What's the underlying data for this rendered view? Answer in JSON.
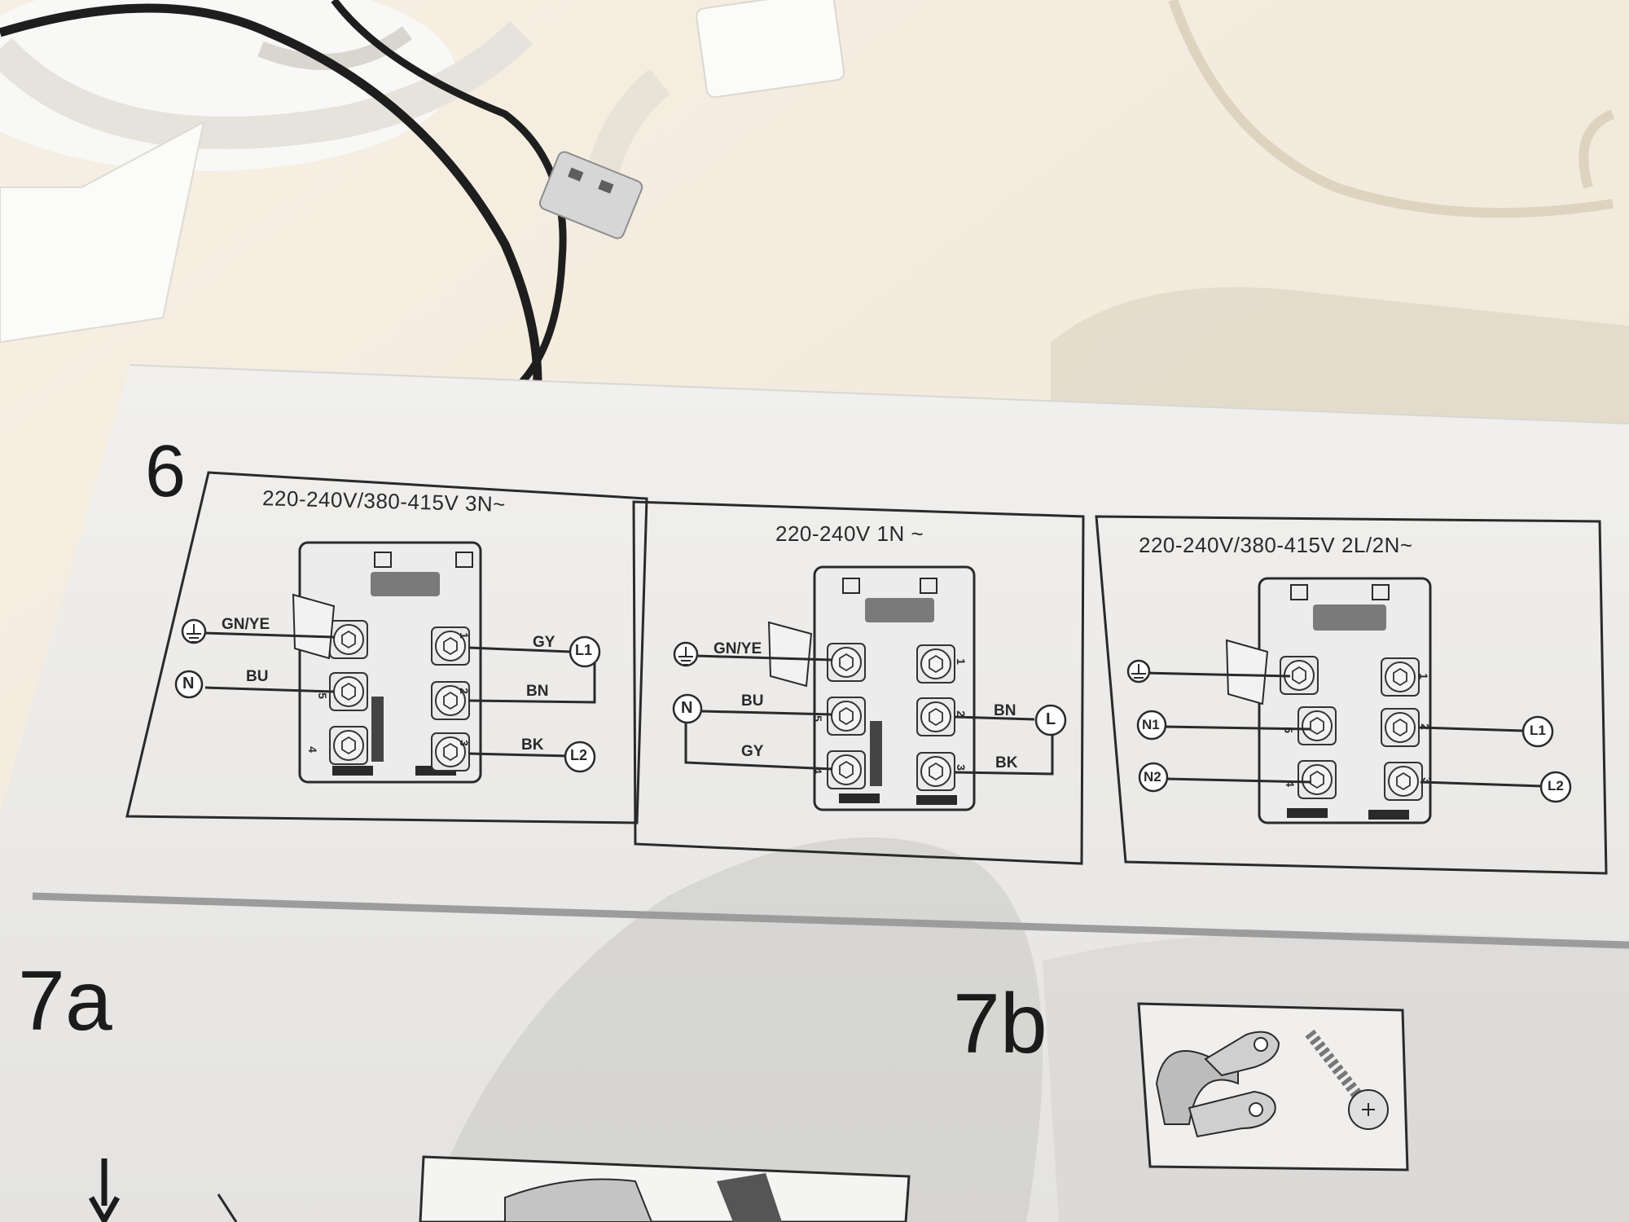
{
  "section_6": {
    "number": "6",
    "panels": [
      {
        "voltage": "220-240V/380-415V 3N~",
        "left_terminals": [
          "N"
        ],
        "left_wire_labels": [
          "GN/YE",
          "BU"
        ],
        "right_terminals": [
          "L1",
          "L2"
        ],
        "right_wire_labels": [
          "GY",
          "BN",
          "BK"
        ],
        "terminal_numbers": [
          "1",
          "2",
          "3",
          "4",
          "5"
        ]
      },
      {
        "voltage": "220-240V 1N ~",
        "left_terminals": [
          "N"
        ],
        "left_wire_labels": [
          "GN/YE",
          "BU",
          "GY"
        ],
        "right_terminals": [
          "L"
        ],
        "right_wire_labels": [
          "BN",
          "BK"
        ],
        "terminal_numbers": [
          "1",
          "2",
          "3",
          "4",
          "5"
        ]
      },
      {
        "voltage": "220-240V/380-415V 2L/2N~",
        "left_terminals": [
          "N1",
          "N2"
        ],
        "right_terminals": [
          "L1",
          "L2"
        ],
        "terminal_numbers": [
          "1",
          "2",
          "3",
          "4",
          "5"
        ]
      }
    ]
  },
  "section_7a": {
    "number": "7a"
  },
  "section_7b": {
    "number": "7b"
  },
  "colors": {
    "paper": "#ecebe8",
    "line": "#3a3a3a",
    "table": "#f3ece0"
  }
}
